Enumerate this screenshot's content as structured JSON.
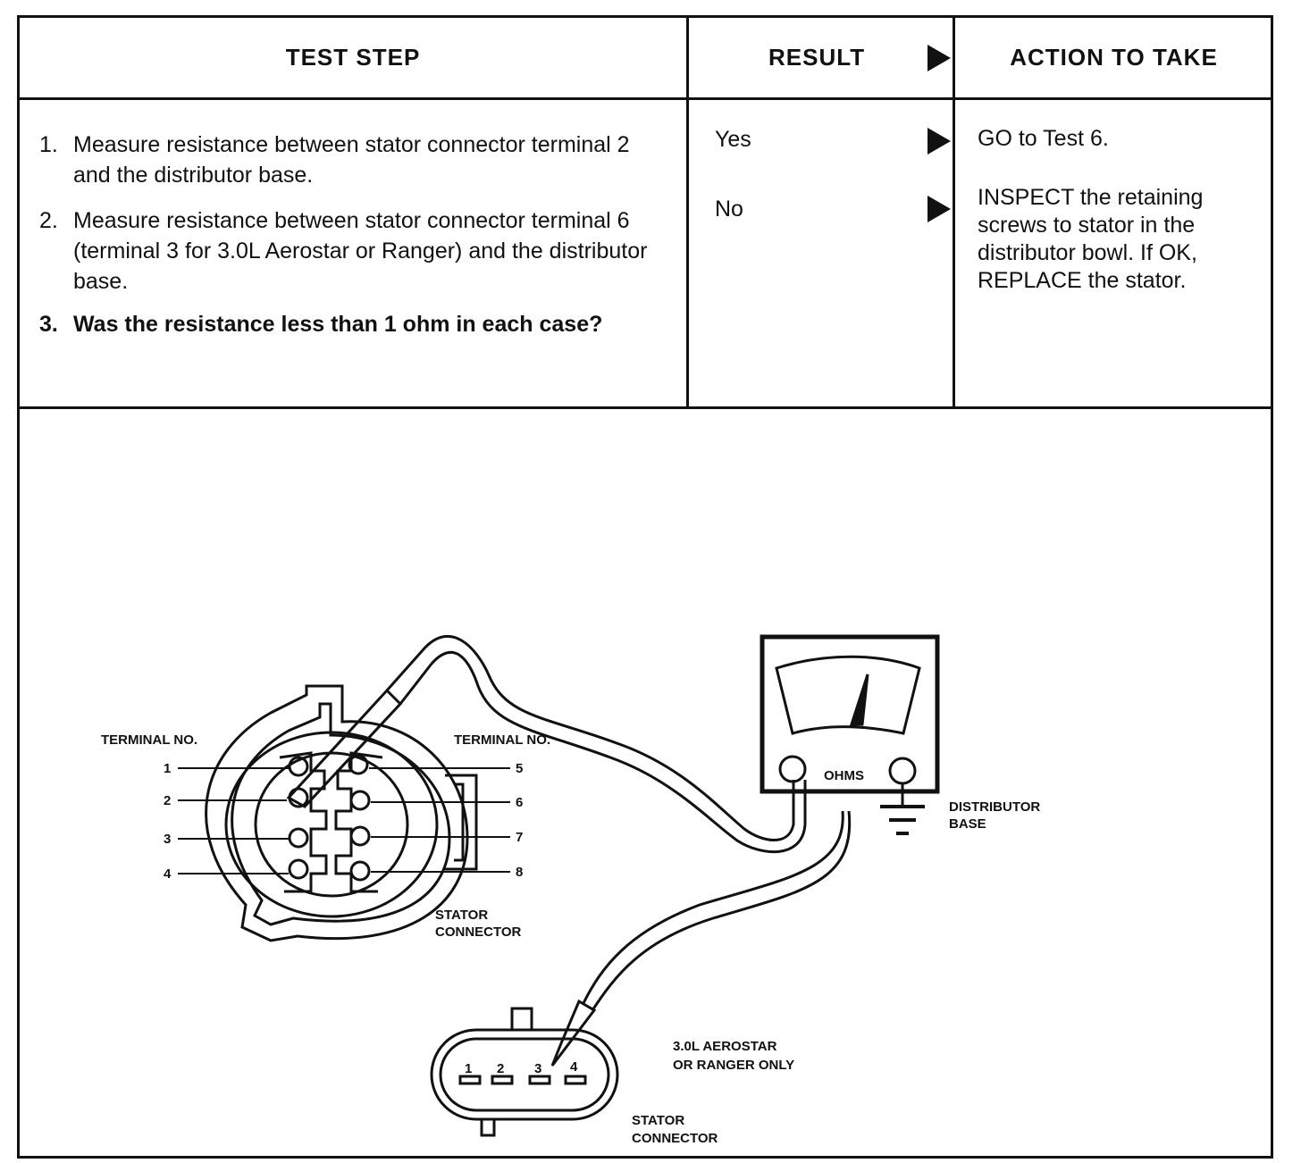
{
  "header": {
    "test_step": "TEST STEP",
    "result": "RESULT",
    "action": "ACTION TO TAKE"
  },
  "steps": [
    {
      "num": "1.",
      "text": "Measure resistance between stator connector terminal 2 and the distributor base."
    },
    {
      "num": "2.",
      "text": "Measure resistance between stator connector terminal 6 (terminal 3 for 3.0L Aerostar or Ranger) and the distributor base."
    },
    {
      "num": "3.",
      "text": "Was the resistance less than 1 ohm in each case?"
    }
  ],
  "results": [
    {
      "label": "Yes",
      "action": "GO to Test 6."
    },
    {
      "label": "No",
      "action": "INSPECT the retaining screws to stator in the distributor bowl. If OK, REPLACE the stator."
    }
  ],
  "diagram": {
    "terminal_no_left": "TERMINAL NO.",
    "terminal_no_right": "TERMINAL NO.",
    "left_terminals": [
      "1",
      "2",
      "3",
      "4"
    ],
    "right_terminals": [
      "5",
      "6",
      "7",
      "8"
    ],
    "stator_connector_1": [
      "STATOR",
      "CONNECTOR"
    ],
    "ohms": "OHMS",
    "distributor_base": [
      "DISTRIBUTOR",
      "BASE"
    ],
    "small_connector_pins": [
      "1",
      "2",
      "3",
      "4"
    ],
    "aerostar_note": [
      "3.0L AEROSTAR",
      "OR RANGER ONLY"
    ],
    "stator_connector_2": [
      "STATOR",
      "CONNECTOR"
    ]
  }
}
